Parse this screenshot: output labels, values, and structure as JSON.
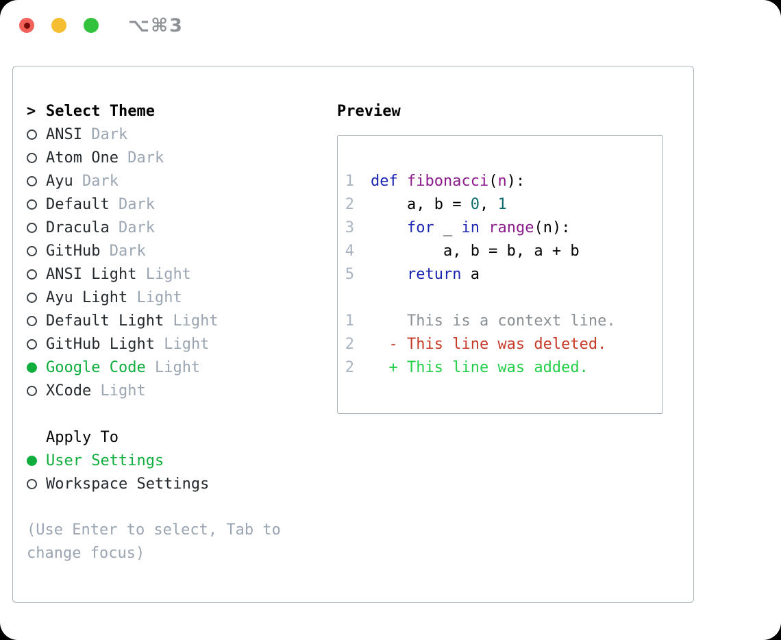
{
  "window": {
    "title": "⌥⌘3",
    "traffic_lights": [
      "close",
      "minimize",
      "zoom"
    ]
  },
  "colors": {
    "selection_green": "#0FAD3C",
    "muted_variant_gray": "#9AA5B1",
    "item_text": "#24292E",
    "panel_border": "#A9B0B8",
    "line_number_gray": "#A9B4C0",
    "keyword_blue": "#1A25B0",
    "function_purple": "#8B1A8B",
    "literal_teal": "#0E6A6A",
    "diff_context_gray": "#8A8F94",
    "diff_deleted_red": "#C63A28",
    "diff_added_green": "#23CE49",
    "traffic_red": "#F2605A",
    "traffic_red_dot": "#7A0D09",
    "traffic_yellow": "#F5BD30",
    "traffic_green": "#33C23E",
    "title_gray": "#8E9297"
  },
  "theme_picker": {
    "header_prefix": ">",
    "header_label": "Select Theme",
    "themes": [
      {
        "name": "ANSI",
        "variant": "Dark",
        "selected": false
      },
      {
        "name": "Atom One",
        "variant": "Dark",
        "selected": false
      },
      {
        "name": "Ayu",
        "variant": "Dark",
        "selected": false
      },
      {
        "name": "Default",
        "variant": "Dark",
        "selected": false
      },
      {
        "name": "Dracula",
        "variant": "Dark",
        "selected": false
      },
      {
        "name": "GitHub",
        "variant": "Dark",
        "selected": false
      },
      {
        "name": "ANSI Light",
        "variant": "Light",
        "selected": false
      },
      {
        "name": "Ayu Light",
        "variant": "Light",
        "selected": false
      },
      {
        "name": "Default Light",
        "variant": "Light",
        "selected": false
      },
      {
        "name": "GitHub Light",
        "variant": "Light",
        "selected": false
      },
      {
        "name": "Google Code",
        "variant": "Light",
        "selected": true
      },
      {
        "name": "XCode",
        "variant": "Light",
        "selected": false
      }
    ],
    "apply_to_label": "Apply To",
    "apply_options": [
      {
        "name": "User Settings",
        "selected": true
      },
      {
        "name": "Workspace Settings",
        "selected": false
      }
    ],
    "hint_line_1": "(Use Enter to select, Tab to",
    "hint_line_2": "change focus)"
  },
  "preview": {
    "header_label": "Preview",
    "lines": [
      {
        "num": "1",
        "tokens": [
          {
            "t": "def ",
            "c": "kwd"
          },
          {
            "t": "fibonacci",
            "c": "typ"
          },
          {
            "t": "(",
            "c": "pln"
          },
          {
            "t": "n",
            "c": "typ"
          },
          {
            "t": "):",
            "c": "pln"
          }
        ]
      },
      {
        "num": "2",
        "tokens": [
          {
            "t": "    a, b = ",
            "c": "pln"
          },
          {
            "t": "0",
            "c": "lit"
          },
          {
            "t": ", ",
            "c": "pln"
          },
          {
            "t": "1",
            "c": "lit"
          }
        ]
      },
      {
        "num": "3",
        "tokens": [
          {
            "t": "    ",
            "c": "pln"
          },
          {
            "t": "for ",
            "c": "kwd"
          },
          {
            "t": "_ ",
            "c": "pln"
          },
          {
            "t": "in ",
            "c": "kwd"
          },
          {
            "t": "range",
            "c": "typ"
          },
          {
            "t": "(n):",
            "c": "pln"
          }
        ]
      },
      {
        "num": "4",
        "tokens": [
          {
            "t": "        a, b = b, a + b",
            "c": "pln"
          }
        ]
      },
      {
        "num": "5",
        "tokens": [
          {
            "t": "    ",
            "c": "pln"
          },
          {
            "t": "return ",
            "c": "kwd"
          },
          {
            "t": "a",
            "c": "pln"
          }
        ]
      },
      {
        "num": "",
        "tokens": []
      },
      {
        "num": "1",
        "tokens": [
          {
            "t": "    This is a context line.",
            "c": "ctx"
          }
        ]
      },
      {
        "num": "2",
        "tokens": [
          {
            "t": "  - This line was deleted.",
            "c": "del"
          }
        ]
      },
      {
        "num": "2",
        "tokens": [
          {
            "t": "  + This line was added.",
            "c": "add"
          }
        ]
      }
    ]
  }
}
